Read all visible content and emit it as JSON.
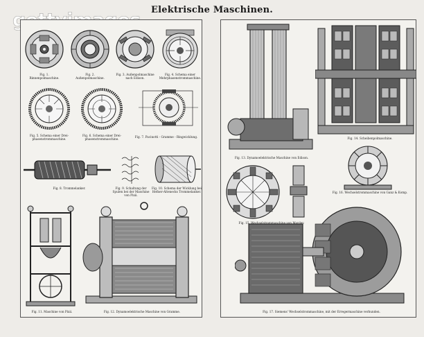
{
  "plate": {
    "title": "Elektrische Maschinen.",
    "watermark": "gettyimages"
  },
  "left_panel": {
    "captions": [
      {
        "id": "fig1",
        "text": "Fig. 1.\nRinnenpolmaschine."
      },
      {
        "id": "fig2",
        "text": "Fig. 2.\nAußenpolmaschine."
      },
      {
        "id": "fig3",
        "text": "Fig. 3.  Außenpolmaschine\nnach Edison."
      },
      {
        "id": "fig4",
        "text": "Fig. 4.  Schema einer\nMehrphasenstrommaschine."
      },
      {
        "id": "fig5",
        "text": "Fig. 5.  Schema einer Drei-\nphasenstrommaschine."
      },
      {
        "id": "fig6",
        "text": "Fig. 6.  Schema einer Drei-\nphasenstrommaschine."
      },
      {
        "id": "fig7",
        "text": "Fig. 7.  Pacinotti - Gramme - Ringwicklung."
      },
      {
        "id": "fig8",
        "text": "Fig. 8.  Trommelanker."
      },
      {
        "id": "fig9",
        "text": "Fig. 9.  Schaltung der\nSpulen bei der Maschine\nvon Pixii."
      },
      {
        "id": "fig10",
        "text": "Fig. 10. Schema der Wicklung bei\nHefner-Altenecks Trommelanker."
      },
      {
        "id": "fig11",
        "text": "Fig. 11.  Maschine von Pixii."
      },
      {
        "id": "fig12",
        "text": "Fig. 12.  Dynamoelektrische Maschine von Gramme."
      }
    ]
  },
  "right_panel": {
    "captions": [
      {
        "id": "fig13",
        "text": "Fig. 13.  Dynamoelektrische Maschine von Edison."
      },
      {
        "id": "fig14",
        "text": "Fig. 14.  Scheibenpolmaschine."
      },
      {
        "id": "fig15",
        "text": "Fig. 15.      Wechselstrommaschine von Mordey."
      },
      {
        "id": "fig16",
        "text": "Fig. 16.  Wechselstrommaschine von Ganz & Komp."
      },
      {
        "id": "fig17",
        "text": "Fig. 17.  Siemens' Wechselstrommaschine, mit der Erregermaschine verbunden."
      }
    ]
  },
  "colors": {
    "ink": "#1a1a1a",
    "paper": "#f3f2ee",
    "background": "#eeece8"
  }
}
